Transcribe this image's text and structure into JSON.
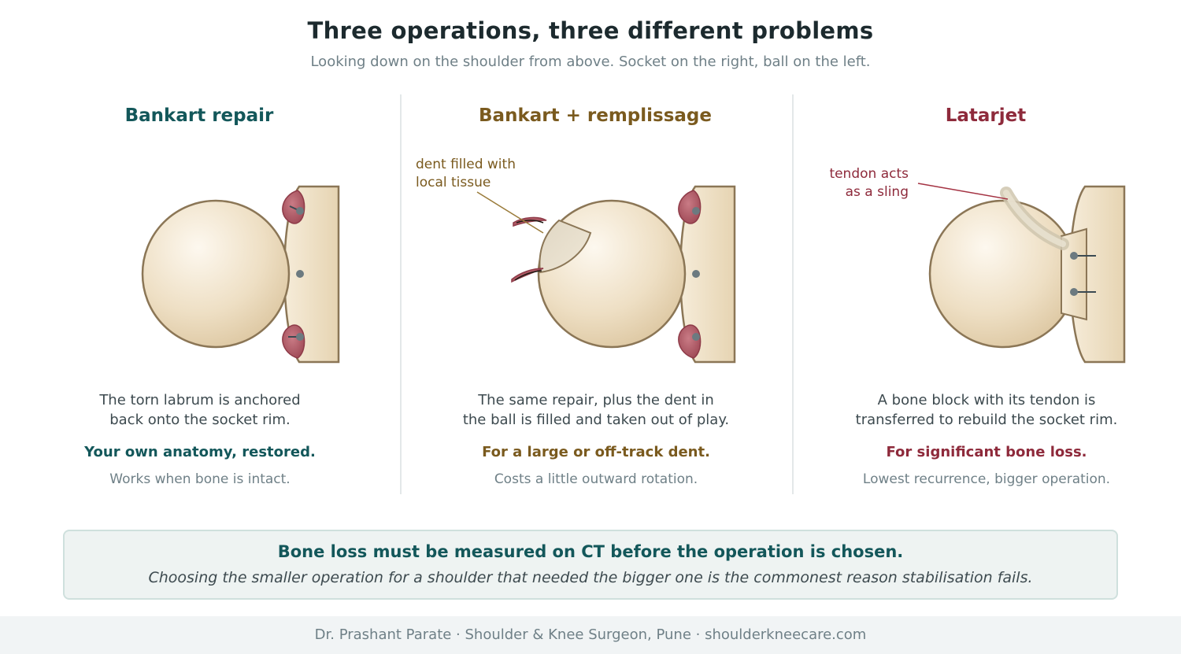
{
  "title": "Three operations, three different problems",
  "subtitle": "Looking down on the shoulder from above. Socket on the right, ball on the left.",
  "colors": {
    "teal": "#13575a",
    "gold": "#7a5a1e",
    "maroon": "#8e2a3b",
    "bone_fill": "#f1e4cc",
    "bone_stroke": "#8b7656",
    "labrum": "#b05a66",
    "anchor": "#6c7a80"
  },
  "columns": [
    {
      "title": "Bankart repair",
      "color": "#13575a",
      "desc_line1": "The torn labrum is anchored",
      "desc_line2": "back onto the socket rim.",
      "verdict": "Your own anatomy, restored.",
      "note": "Works when bone is intact."
    },
    {
      "title": "Bankart + remplissage",
      "color": "#7a5a1e",
      "annotation_line1": "dent filled with",
      "annotation_line2": "local tissue",
      "desc_line1": "The same repair, plus the dent in",
      "desc_line2": "the ball is filled and taken out of play.",
      "verdict": "For a large or off-track dent.",
      "note": "Costs a little outward rotation."
    },
    {
      "title": "Latarjet",
      "color": "#8e2a3b",
      "annotation_line1": "tendon acts",
      "annotation_line2": "as a sling",
      "desc_line1": "A bone block with its tendon is",
      "desc_line2": "transferred to rebuild the socket rim.",
      "verdict": "For significant bone loss.",
      "note": "Lowest recurrence, bigger operation."
    }
  ],
  "callout": {
    "headline": "Bone loss must be measured on CT before the operation is chosen.",
    "body": "Choosing the smaller operation for a shoulder that needed the bigger one is the commonest reason stabilisation fails."
  },
  "footer": "Dr. Prashant Parate · Shoulder & Knee Surgeon, Pune · shoulderkneecare.com"
}
